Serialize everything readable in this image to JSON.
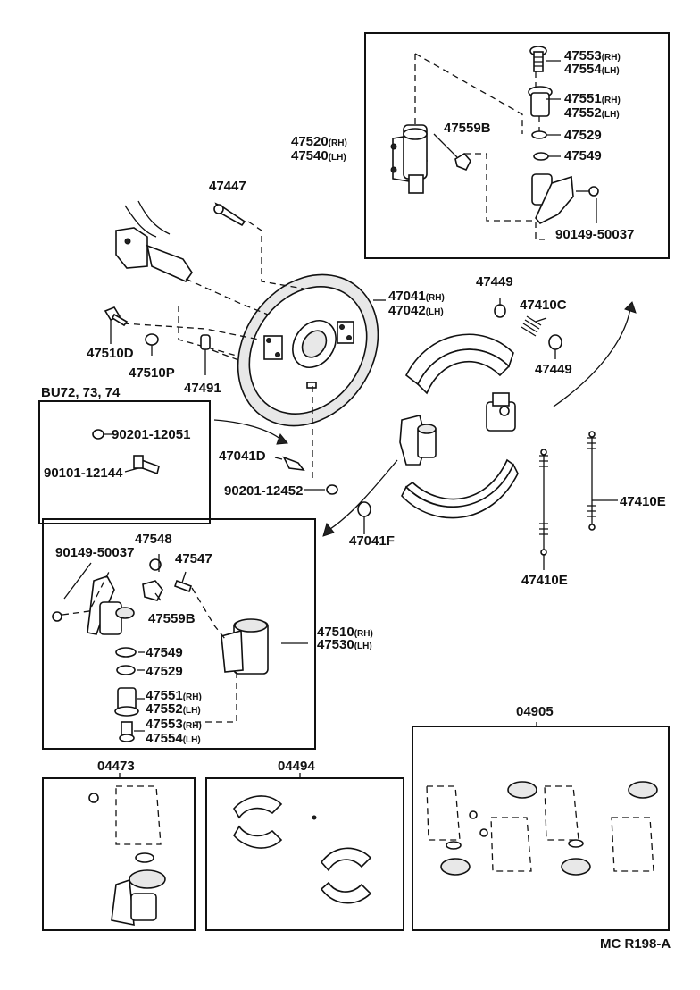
{
  "labels": {
    "p47553": "47553",
    "p47554": "47554",
    "p47551": "47551",
    "p47552": "47552",
    "p47529": "47529",
    "p47549": "47549",
    "p47559b": "47559B",
    "p47520": "47520",
    "p47540": "47540",
    "p90149_50037": "90149-50037",
    "p47447": "47447",
    "p47041": "47041",
    "p47042": "47042",
    "p47449a": "47449",
    "p47410c": "47410C",
    "p47449b": "47449",
    "p47510d": "47510D",
    "p47510p": "47510P",
    "p47491": "47491",
    "bu": "BU72, 73, 74",
    "p90201_12051": "90201-12051",
    "p90101_12144": "90101-12144",
    "p47041d": "47041D",
    "p90201_12452": "90201-12452",
    "p47041f": "47041F",
    "p47410e_a": "47410E",
    "p47410e_b": "47410E",
    "lp90149_50037": "90149-50037",
    "lp47548": "47548",
    "lp47547": "47547",
    "lp47559b": "47559B",
    "lp47510": "47510",
    "lp47530": "47530",
    "lp47549": "47549",
    "lp47529": "47529",
    "lp47551": "47551",
    "lp47552": "47552",
    "lp47553": "47553",
    "lp47554": "47554",
    "k04905": "04905",
    "k04473": "04473",
    "k04494": "04494",
    "code": "MC R198-A"
  },
  "suffix": {
    "rh": "(RH)",
    "lh": "(LH)"
  },
  "icons": [
    "backing-plate",
    "wheel-cylinder",
    "brake-shoe",
    "return-spring",
    "bolt",
    "washer",
    "repair-kit"
  ]
}
